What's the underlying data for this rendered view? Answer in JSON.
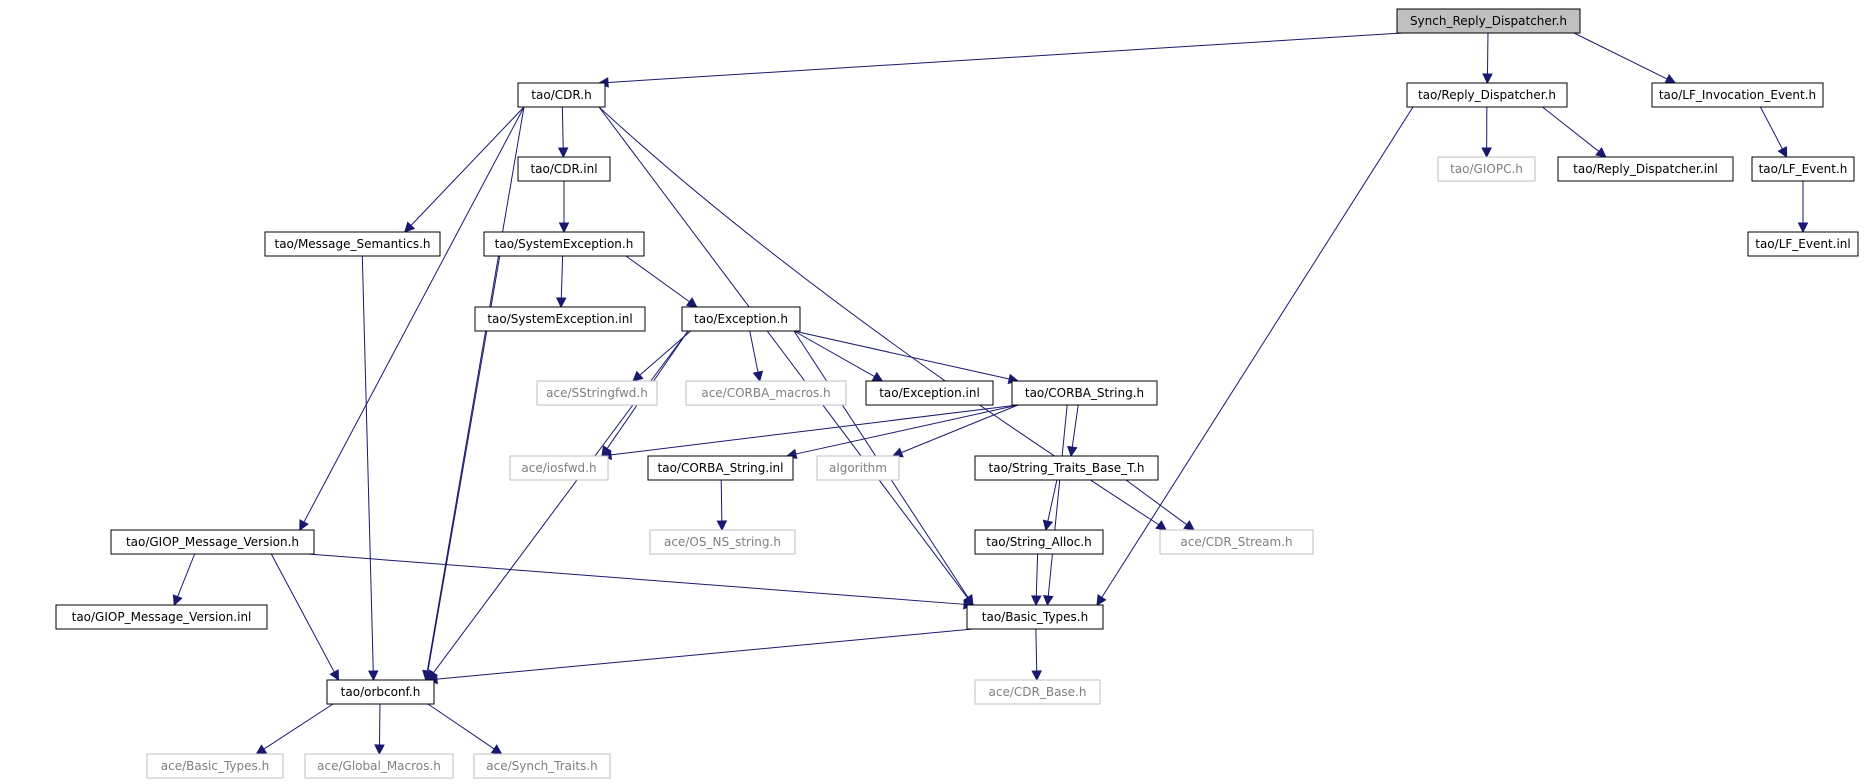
{
  "diagram": {
    "type": "include-dependency-graph",
    "nodes": [
      {
        "id": "root",
        "label": "Synch_Reply_Dispatcher.h",
        "kind": "root"
      },
      {
        "id": "cdr_h",
        "label": "tao/CDR.h",
        "kind": "file"
      },
      {
        "id": "reply_disp_h",
        "label": "tao/Reply_Dispatcher.h",
        "kind": "file"
      },
      {
        "id": "lf_inv_h",
        "label": "tao/LF_Invocation_Event.h",
        "kind": "file"
      },
      {
        "id": "cdr_inl",
        "label": "tao/CDR.inl",
        "kind": "file"
      },
      {
        "id": "giopc_h",
        "label": "tao/GIOPC.h",
        "kind": "missing"
      },
      {
        "id": "reply_disp_inl",
        "label": "tao/Reply_Dispatcher.inl",
        "kind": "file"
      },
      {
        "id": "lf_event_h",
        "label": "tao/LF_Event.h",
        "kind": "file"
      },
      {
        "id": "msg_sem_h",
        "label": "tao/Message_Semantics.h",
        "kind": "file"
      },
      {
        "id": "sysexc_h",
        "label": "tao/SystemException.h",
        "kind": "file"
      },
      {
        "id": "lf_event_inl",
        "label": "tao/LF_Event.inl",
        "kind": "file"
      },
      {
        "id": "sysexc_inl",
        "label": "tao/SystemException.inl",
        "kind": "file"
      },
      {
        "id": "exception_h",
        "label": "tao/Exception.h",
        "kind": "file"
      },
      {
        "id": "sstringfwd_h",
        "label": "ace/SStringfwd.h",
        "kind": "missing"
      },
      {
        "id": "corba_macros_h",
        "label": "ace/CORBA_macros.h",
        "kind": "missing"
      },
      {
        "id": "exception_inl",
        "label": "tao/Exception.inl",
        "kind": "file"
      },
      {
        "id": "corba_string_h",
        "label": "tao/CORBA_String.h",
        "kind": "file"
      },
      {
        "id": "iosfwd_h",
        "label": "ace/iosfwd.h",
        "kind": "missing"
      },
      {
        "id": "corba_string_inl",
        "label": "tao/CORBA_String.inl",
        "kind": "file"
      },
      {
        "id": "algorithm",
        "label": "algorithm",
        "kind": "missing"
      },
      {
        "id": "str_traits_h",
        "label": "tao/String_Traits_Base_T.h",
        "kind": "file"
      },
      {
        "id": "os_ns_string_h",
        "label": "ace/OS_NS_string.h",
        "kind": "missing"
      },
      {
        "id": "giop_msg_ver_h",
        "label": "tao/GIOP_Message_Version.h",
        "kind": "file"
      },
      {
        "id": "string_alloc_h",
        "label": "tao/String_Alloc.h",
        "kind": "file"
      },
      {
        "id": "cdr_stream_h",
        "label": "ace/CDR_Stream.h",
        "kind": "missing"
      },
      {
        "id": "giop_msg_ver_inl",
        "label": "tao/GIOP_Message_Version.inl",
        "kind": "file"
      },
      {
        "id": "basic_types_h",
        "label": "tao/Basic_Types.h",
        "kind": "file"
      },
      {
        "id": "orbconf_h",
        "label": "tao/orbconf.h",
        "kind": "file"
      },
      {
        "id": "cdr_base_h",
        "label": "ace/CDR_Base.h",
        "kind": "missing"
      },
      {
        "id": "ace_basic_types_h",
        "label": "ace/Basic_Types.h",
        "kind": "missing"
      },
      {
        "id": "global_macros_h",
        "label": "ace/Global_Macros.h",
        "kind": "missing"
      },
      {
        "id": "synch_traits_h",
        "label": "ace/Synch_Traits.h",
        "kind": "missing"
      }
    ],
    "edges": [
      [
        "root",
        "cdr_h"
      ],
      [
        "root",
        "reply_disp_h"
      ],
      [
        "root",
        "lf_inv_h"
      ],
      [
        "cdr_h",
        "cdr_inl"
      ],
      [
        "cdr_h",
        "msg_sem_h"
      ],
      [
        "cdr_h",
        "giop_msg_ver_h"
      ],
      [
        "cdr_h",
        "orbconf_h"
      ],
      [
        "cdr_h",
        "cdr_stream_h"
      ],
      [
        "cdr_h",
        "basic_types_h"
      ],
      [
        "reply_disp_h",
        "giopc_h"
      ],
      [
        "reply_disp_h",
        "reply_disp_inl"
      ],
      [
        "reply_disp_h",
        "basic_types_h"
      ],
      [
        "lf_inv_h",
        "lf_event_h"
      ],
      [
        "lf_event_h",
        "lf_event_inl"
      ],
      [
        "cdr_inl",
        "sysexc_h"
      ],
      [
        "sysexc_h",
        "sysexc_inl"
      ],
      [
        "sysexc_h",
        "exception_h"
      ],
      [
        "sysexc_h",
        "orbconf_h"
      ],
      [
        "msg_sem_h",
        "orbconf_h"
      ],
      [
        "exception_h",
        "sstringfwd_h"
      ],
      [
        "exception_h",
        "corba_macros_h"
      ],
      [
        "exception_h",
        "exception_inl"
      ],
      [
        "exception_h",
        "corba_string_h"
      ],
      [
        "exception_h",
        "iosfwd_h"
      ],
      [
        "exception_h",
        "orbconf_h"
      ],
      [
        "exception_h",
        "basic_types_h"
      ],
      [
        "corba_string_h",
        "iosfwd_h"
      ],
      [
        "corba_string_h",
        "corba_string_inl"
      ],
      [
        "corba_string_h",
        "algorithm"
      ],
      [
        "corba_string_h",
        "str_traits_h"
      ],
      [
        "corba_string_h",
        "basic_types_h"
      ],
      [
        "corba_string_inl",
        "os_ns_string_h"
      ],
      [
        "str_traits_h",
        "string_alloc_h"
      ],
      [
        "str_traits_h",
        "cdr_stream_h"
      ],
      [
        "string_alloc_h",
        "basic_types_h"
      ],
      [
        "giop_msg_ver_h",
        "giop_msg_ver_inl"
      ],
      [
        "giop_msg_ver_h",
        "orbconf_h"
      ],
      [
        "giop_msg_ver_h",
        "basic_types_h"
      ],
      [
        "basic_types_h",
        "cdr_base_h"
      ],
      [
        "basic_types_h",
        "orbconf_h"
      ],
      [
        "orbconf_h",
        "ace_basic_types_h"
      ],
      [
        "orbconf_h",
        "global_macros_h"
      ],
      [
        "orbconf_h",
        "synch_traits_h"
      ]
    ],
    "colors": {
      "edge": "#191970",
      "root_fill": "#bfbfbf",
      "node_border": "#000000",
      "missing_border": "#bfbfbf",
      "missing_text": "#7f7f7f",
      "text": "#000000"
    }
  }
}
